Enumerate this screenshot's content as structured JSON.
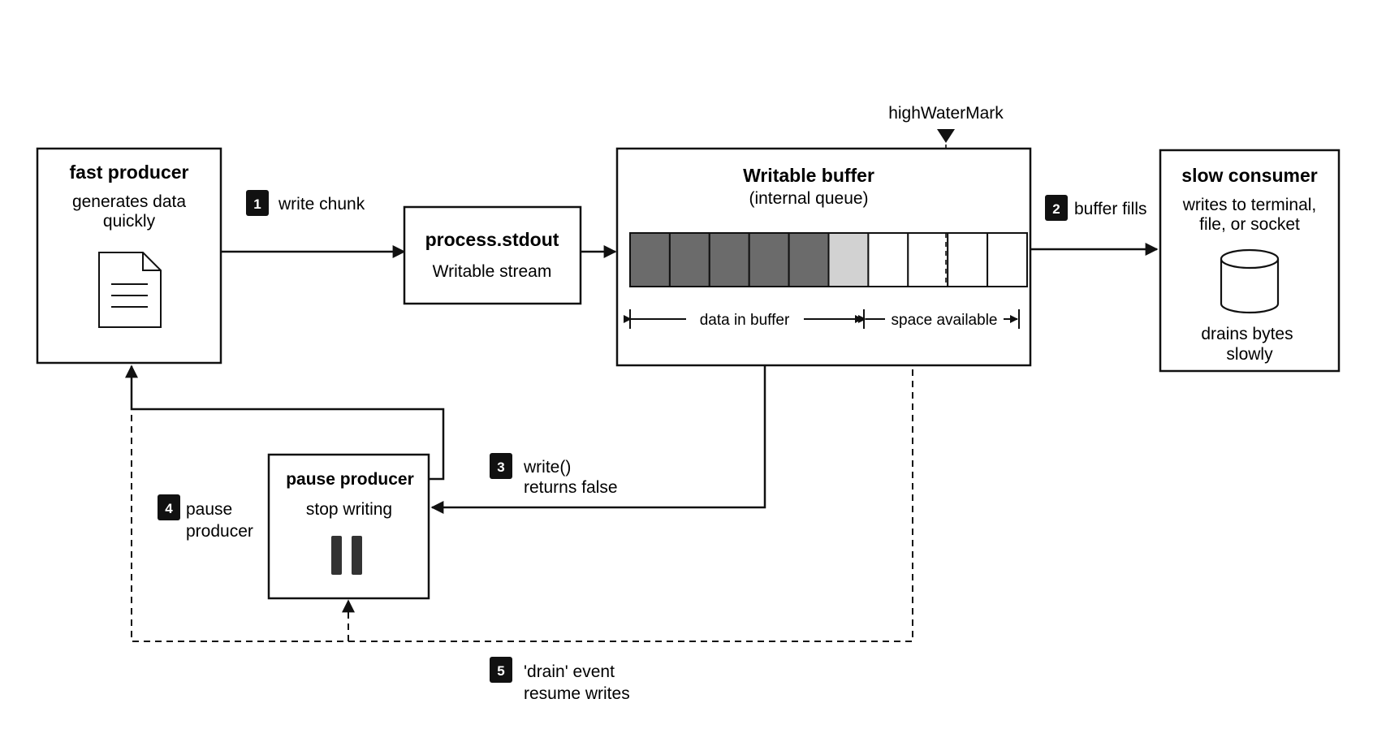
{
  "producer": {
    "title": "fast producer",
    "line1": "generates data",
    "line2": "quickly"
  },
  "stdout": {
    "title": "process.stdout",
    "subtitle": "Writable stream"
  },
  "buffer": {
    "title": "Writable buffer",
    "subtitle": "(internal queue)",
    "high_water_mark": "highWaterMark",
    "data_label": "data in buffer",
    "space_label": "space available",
    "cells": [
      {
        "state": "filled"
      },
      {
        "state": "filled"
      },
      {
        "state": "filled"
      },
      {
        "state": "filled"
      },
      {
        "state": "filled"
      },
      {
        "state": "partial"
      },
      {
        "state": "empty"
      },
      {
        "state": "empty"
      },
      {
        "state": "empty"
      },
      {
        "state": "empty"
      }
    ],
    "colors": {
      "filled": "#6b6b6b",
      "partial": "#d2d2d2",
      "empty": "#ffffff"
    }
  },
  "consumer": {
    "title": "slow consumer",
    "line1": "writes to terminal,",
    "line2": "file, or socket",
    "line3": "drains bytes",
    "line4": "slowly"
  },
  "pause": {
    "title": "pause producer",
    "subtitle": "stop writing"
  },
  "steps": [
    {
      "num": "1",
      "line1": "write chunk",
      "line2": ""
    },
    {
      "num": "2",
      "line1": "buffer fills",
      "line2": ""
    },
    {
      "num": "3",
      "line1": "write()",
      "line2": "returns false"
    },
    {
      "num": "4",
      "line1": "pause",
      "line2": "producer"
    },
    {
      "num": "5",
      "line1": "'drain' event",
      "line2": "resume writes"
    }
  ]
}
